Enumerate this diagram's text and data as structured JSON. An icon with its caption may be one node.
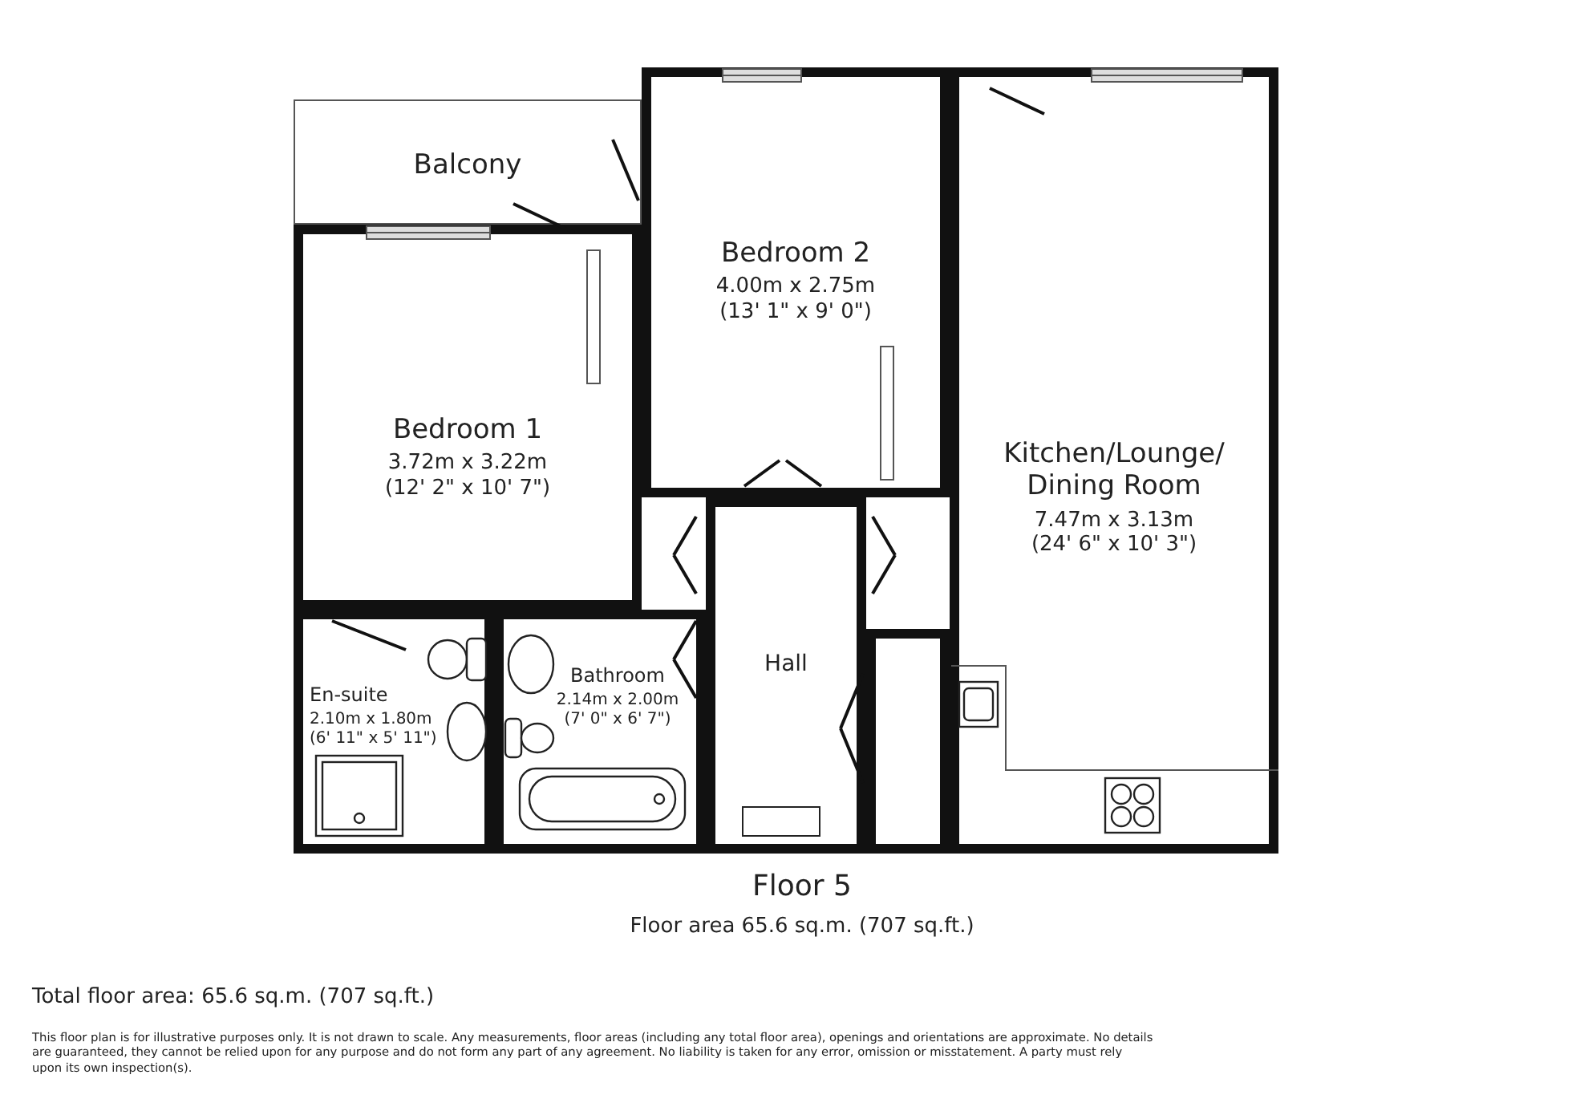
{
  "diagram": {
    "title": "Floor 5",
    "nodes": [
      {
        "text": [
          "Balcony"
        ]
      },
      {
        "text": [
          "Bedroom 2",
          "4.00m x 2.75m",
          "(13' 1\" x 9' 0\")"
        ]
      },
      {
        "text": [
          "Bedroom 1",
          "3.72m x 3.22m",
          "(12' 2\" x 10' 7\")"
        ]
      },
      {
        "text": [
          "Kitchen/Lounge/ Dining Room",
          "7.47m x 3.13m",
          "(24' 6\" x 10' 3\")"
        ]
      },
      {
        "text": [
          "Hall"
        ]
      },
      {
        "text": [
          "En-suite",
          "2.10m x 1.80m",
          "(6' 11\" x 5' 11\")"
        ]
      },
      {
        "text": [
          "Bathroom",
          "2.14m x 2.00m",
          "(7' 0\" x 6' 7\")"
        ]
      },
      {
        "text": [],
        "shape": "box"
      }
    ],
    "edges": [],
    "labels": [
      "Floor area 65.6 sq.m. (707 sq.ft.)",
      "Total floor area: 65.6 sq.m. (707 sq.ft.)",
      "This floor plan is for illustrative purposes only. It is not drawn to scale. Any measurements, floor areas (including any total floor area), openings and orientations are approximate. No details are guaranteed, they cannot be relied upon for any purpose and do not form any part of any agreement. No liability is taken for any error, omission or misstatement. A party must rely upon its own inspection(s)."
    ]
  }
}
